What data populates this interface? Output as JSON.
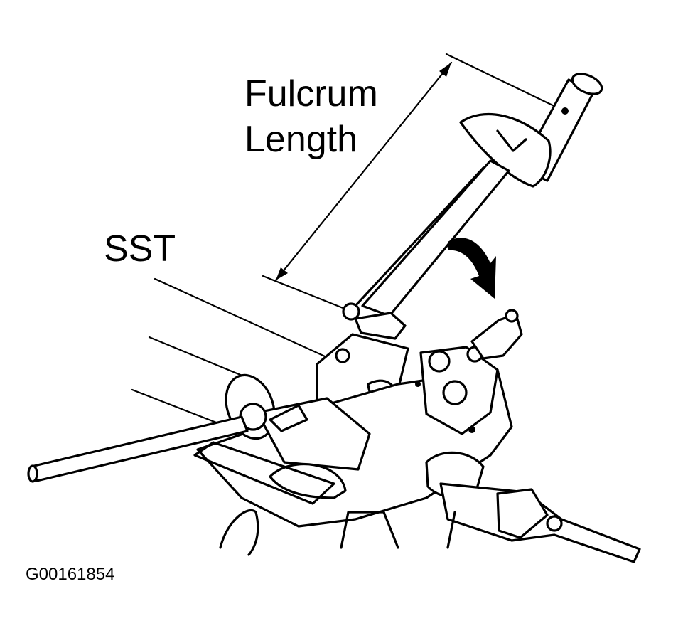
{
  "labels": {
    "fulcrum_line1": "Fulcrum",
    "fulcrum_line2": "Length",
    "tool": "SST",
    "figure_id": "G00161854"
  },
  "colors": {
    "ink": "#000000",
    "paper": "#ffffff"
  }
}
